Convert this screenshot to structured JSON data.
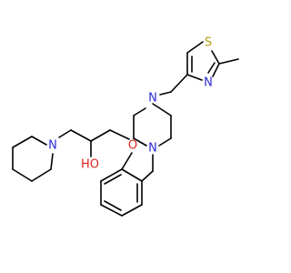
{
  "molecule": {
    "atoms": {
      "thiazole_s": {
        "element": "S",
        "label": "S",
        "color": "#b4a011"
      },
      "thiazole_n": {
        "element": "N",
        "label": "N",
        "color": "#2b2bd6"
      },
      "piperazine_n_top": {
        "element": "N",
        "label": "N",
        "color": "#2b2bd6"
      },
      "piperazine_n_bottom": {
        "element": "N",
        "label": "N",
        "color": "#2b2bd6"
      },
      "piperidine_n": {
        "element": "N",
        "label": "N",
        "color": "#2b2bd6"
      },
      "ether_o": {
        "element": "O",
        "label": "O",
        "color": "#e0221d"
      },
      "hydroxyl": {
        "element": "O",
        "label": "HO",
        "color": "#e0221d"
      }
    }
  }
}
